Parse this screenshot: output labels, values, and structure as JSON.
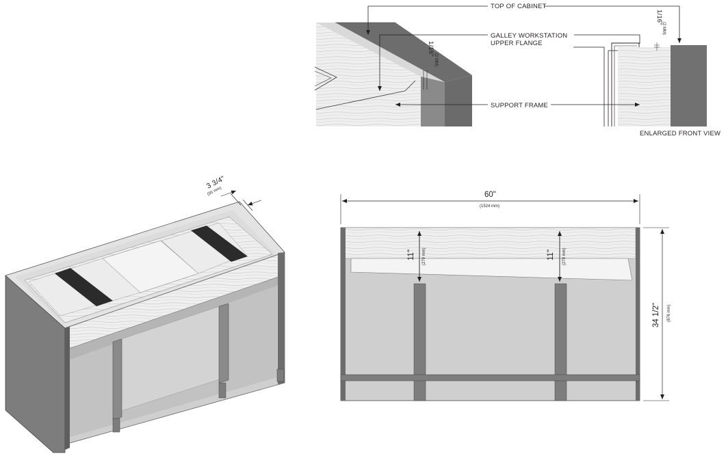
{
  "detail_labels": {
    "top_of_cabinet": "TOP OF CABINET",
    "galley_flange_1": "GALLEY WORKSTATION",
    "galley_flange_2": "UPPER FLANGE",
    "support_frame": "SUPPORT FRAME",
    "enlarged_front_view": "ENLARGED FRONT VIEW"
  },
  "detail_dims": {
    "gap_in": "1/16\"",
    "gap_mm": "(2 MM)"
  },
  "iso_dims": {
    "depth_in": "3 3/4\"",
    "depth_mm": "(95 mm)"
  },
  "front_dims": {
    "width_in": "60\"",
    "width_mm": "(1524 mm)",
    "height_in": "34 1/2\"",
    "height_mm": "(876 mm)",
    "frame_in": "11\"",
    "frame_mm": "(279 mm)"
  },
  "colors": {
    "cabinet_gray": "#cfcfcf",
    "side_gray": "#7d7d7d",
    "dark_gray": "#5e5e5e",
    "strap": "#2b2b2b",
    "wood": "#eeeeee"
  }
}
